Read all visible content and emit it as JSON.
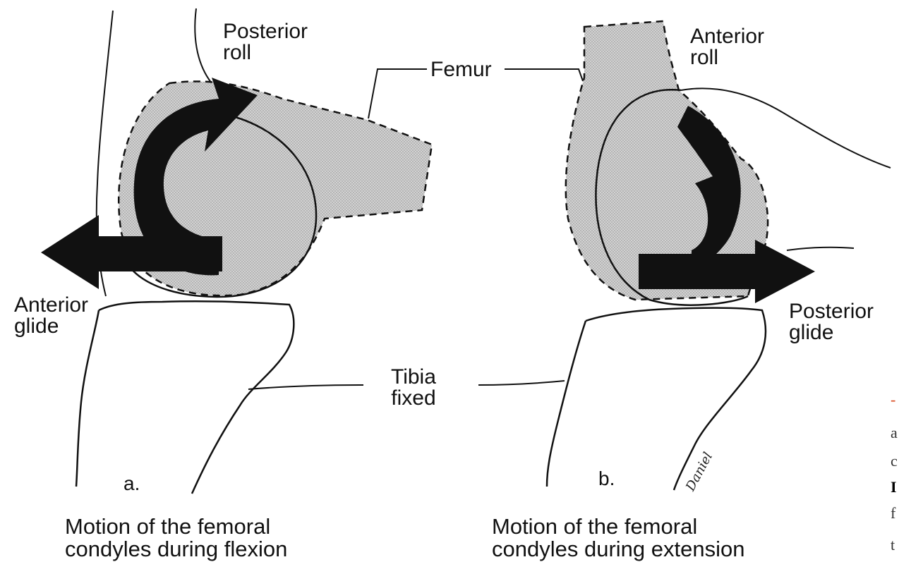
{
  "colors": {
    "bone_fill": "#c9c9c9",
    "arrow": "#111111",
    "outline": "#111111",
    "accent_red": "#d9481e"
  },
  "labels": {
    "posterior_roll": [
      "Posterior",
      "roll"
    ],
    "anterior_roll": [
      "Anterior",
      "roll"
    ],
    "femur": "Femur",
    "anterior_glide": [
      "Anterior",
      "glide"
    ],
    "posterior_glide": [
      "Posterior",
      "glide"
    ],
    "tibia_fixed": [
      "Tibia",
      "fixed"
    ]
  },
  "panels": [
    {
      "marker": "a.",
      "caption": [
        "Motion of the femoral",
        "condyles during flexion"
      ]
    },
    {
      "marker": "b.",
      "caption": [
        "Motion of the femoral",
        "condyles during extension"
      ]
    }
  ],
  "signature": "Daniel",
  "edge_glyphs": [
    "-",
    "a",
    "c",
    "I",
    "f",
    "t"
  ]
}
